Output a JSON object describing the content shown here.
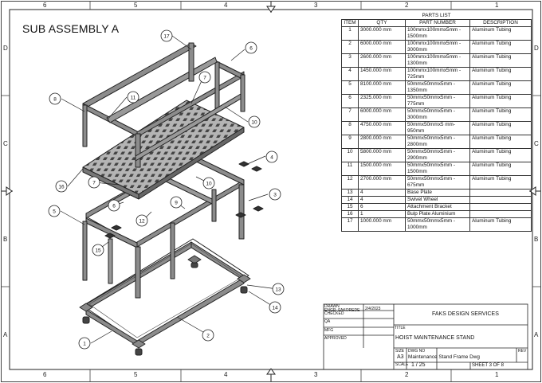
{
  "sheet": {
    "title": "SUB ASSEMBLY A",
    "zones_top": [
      "6",
      "5",
      "4",
      "3",
      "2",
      "1"
    ],
    "zones_bottom": [
      "6",
      "5",
      "4",
      "3",
      "2",
      "1"
    ],
    "zones_left": [
      "D",
      "C",
      "B",
      "A"
    ],
    "zones_right": [
      "D",
      "C",
      "B",
      "A"
    ]
  },
  "parts_list": {
    "caption": "PARTS LIST",
    "headers": {
      "item": "ITEM",
      "qty": "QTY",
      "part_number": "PART NUMBER",
      "description": "DESCRIPTION"
    },
    "rows": [
      {
        "item": "1",
        "qty": "3000.000 mm",
        "part_number": "100mmx100mmx5mm - 1500mm",
        "description": "Aluminum Tubing"
      },
      {
        "item": "2",
        "qty": "6000.000 mm",
        "part_number": "100mmx100mmx5mm - 3000mm",
        "description": "Aluminum Tubing"
      },
      {
        "item": "3",
        "qty": "2600.000 mm",
        "part_number": "100mmx100mmx5mm - 1300mm",
        "description": "Aluminum Tubing"
      },
      {
        "item": "4",
        "qty": "1450.000 mm",
        "part_number": "100mmx100mmx5mm - 725mm",
        "description": "Aluminum Tubing"
      },
      {
        "item": "5",
        "qty": "8100.000 mm",
        "part_number": "50mmx50mmx5mm - 1350mm",
        "description": "Aluminum Tubing"
      },
      {
        "item": "6",
        "qty": "2325.000 mm",
        "part_number": "50mmx50mmx5mm - 775mm",
        "description": "Aluminum Tubing"
      },
      {
        "item": "7",
        "qty": "6000.000 mm",
        "part_number": "50mmx50mmx5mm - 3000mm",
        "description": "Aluminum Tubing"
      },
      {
        "item": "8",
        "qty": "4750.000 mm",
        "part_number": "50mmx50mmx5 mm- 950mm",
        "description": "Aluminum Tubing"
      },
      {
        "item": "9",
        "qty": "2800.000 mm",
        "part_number": "50mmx50mmx5mm - 2800mm",
        "description": "Aluminum Tubing"
      },
      {
        "item": "10",
        "qty": "5800.000 mm",
        "part_number": "50mmx50mmx5mm - 2900mm",
        "description": "Aluminum Tubing"
      },
      {
        "item": "11",
        "qty": "1500.000 mm",
        "part_number": "50mmx50mmx5mm - 1500mm",
        "description": "Aluminum Tubing"
      },
      {
        "item": "12",
        "qty": "2700.000 mm",
        "part_number": "50mmx50mmx5mm - 675mm",
        "description": "Aluminum Tubing"
      },
      {
        "item": "13",
        "qty": "4",
        "part_number": "Base Plate",
        "description": ""
      },
      {
        "item": "14",
        "qty": "4",
        "part_number": "Swivel Wheel",
        "description": ""
      },
      {
        "item": "15",
        "qty": "6",
        "part_number": "Attachment Bracket",
        "description": ""
      },
      {
        "item": "16",
        "qty": "1",
        "part_number": "Bulp Plate Aluminium",
        "description": ""
      },
      {
        "item": "17",
        "qty": "1000.000 mm",
        "part_number": "50mmx50mmx5mm - 1000mm",
        "description": "Aluminum Tubing"
      }
    ]
  },
  "balloons": [
    "1",
    "2",
    "3",
    "4",
    "5",
    "6",
    "7",
    "8",
    "9",
    "10",
    "11",
    "12",
    "13",
    "14",
    "15",
    "16",
    "17",
    "6",
    "7",
    "10"
  ],
  "title_block": {
    "drawn_label": "DRAWN",
    "drawn_by": "ENGR. FAKOREDE",
    "drawn_date": "2/4/2023",
    "checked_label": "CHECKED",
    "qa_label": "QA",
    "mfg_label": "MFG",
    "approved_label": "APPROVED",
    "company": "FAKS DESIGN SERVICES",
    "title_label": "TITLE",
    "title": "HOIST MAINTENANCE STAND",
    "size_label": "SIZE",
    "size": "A3",
    "dwg_no_label": "DWG NO",
    "dwg_no": "Maintenance Stand Frame Dwg",
    "rev_label": "REV",
    "scale_label": "SCALE",
    "scale": "1 / 25",
    "sheet": "SHEET 3  OF 8"
  },
  "colors": {
    "line": "#222222",
    "plate_fill": "#9a9a9a",
    "tube_fill": "#8c8c8c"
  }
}
